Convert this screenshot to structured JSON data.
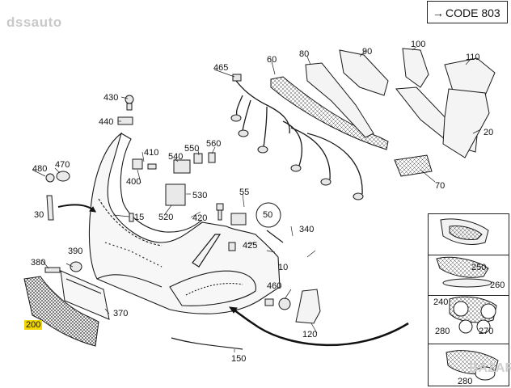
{
  "watermark": "dssauto",
  "code_box": {
    "arrow": "→",
    "text": "CODE 803"
  },
  "labels": {
    "l10": "10",
    "l15": "15",
    "l20": "20",
    "l30": "30",
    "l55": "55",
    "l60": "60",
    "l70": "70",
    "l80": "80",
    "l90": "90",
    "l100": "100",
    "l110": "110",
    "l120": "120",
    "l150": "150",
    "l200": "200",
    "l240": "240",
    "l250": "250",
    "l260": "260",
    "l270": "270",
    "l280a": "280",
    "l280b": "280",
    "l340": "340",
    "l370": "370",
    "l380": "380",
    "l390": "390",
    "l400": "400",
    "l410": "410",
    "l420": "420",
    "l425": "425",
    "l430": "430",
    "l440": "440",
    "l460": "460",
    "l465": "465",
    "l470": "470",
    "l480": "480",
    "l520": "520",
    "l530": "530",
    "l540": "540",
    "l550": "550",
    "l560": "560",
    "l50": "50"
  },
  "corner_mark": "BAZAR",
  "colors": {
    "line": "#1a1a1a",
    "highlight": "#f2d600",
    "part_fill": "#f7f7f7"
  }
}
